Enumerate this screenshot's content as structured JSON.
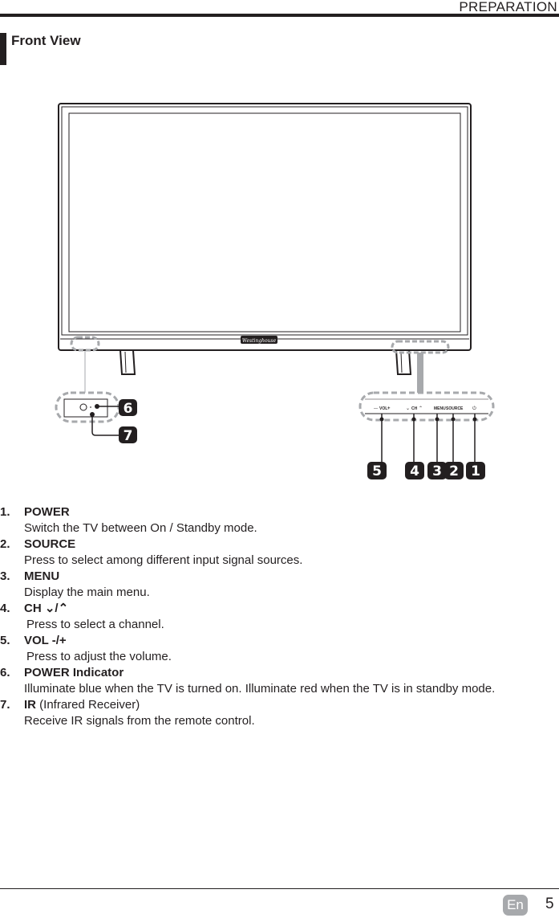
{
  "header": {
    "section": "PREPARATION"
  },
  "page": {
    "title": "Front View"
  },
  "diagram": {
    "brand_logo": "Westinghouse",
    "panel_labels": {
      "vol": "VOL",
      "ch": "CH",
      "menu": "MENU",
      "source": "SOURCE"
    },
    "callouts": [
      "1",
      "2",
      "3",
      "4",
      "5",
      "6",
      "7"
    ]
  },
  "items": [
    {
      "num": "1.",
      "title": "POWER",
      "desc": "Switch the TV between On / Standby mode."
    },
    {
      "num": "2.",
      "title": "SOURCE",
      "desc": "Press to select among different input signal sources."
    },
    {
      "num": "3.",
      "title": "MENU",
      "desc": "Display the main menu."
    },
    {
      "num": "4.",
      "title": "CH ⌄/⌃",
      "desc": "Press to select a channel."
    },
    {
      "num": "5.",
      "title": "VOL -/+",
      "desc": "Press to adjust the volume."
    },
    {
      "num": "6.",
      "title": "POWER Indicator",
      "desc": "Illuminate blue when the TV is turned on. Illuminate red when the TV is in standby mode."
    },
    {
      "num": "7.",
      "title": "IR",
      "title_suffix": " (Infrared Receiver)",
      "desc": "Receive IR signals from the remote control."
    }
  ],
  "footer": {
    "lang": "En",
    "page_number": "5"
  },
  "colors": {
    "text": "#231f20",
    "callout_badge": "#231f20",
    "dash": "#a7a9ac",
    "lang_badge": "#a7a9ac"
  }
}
